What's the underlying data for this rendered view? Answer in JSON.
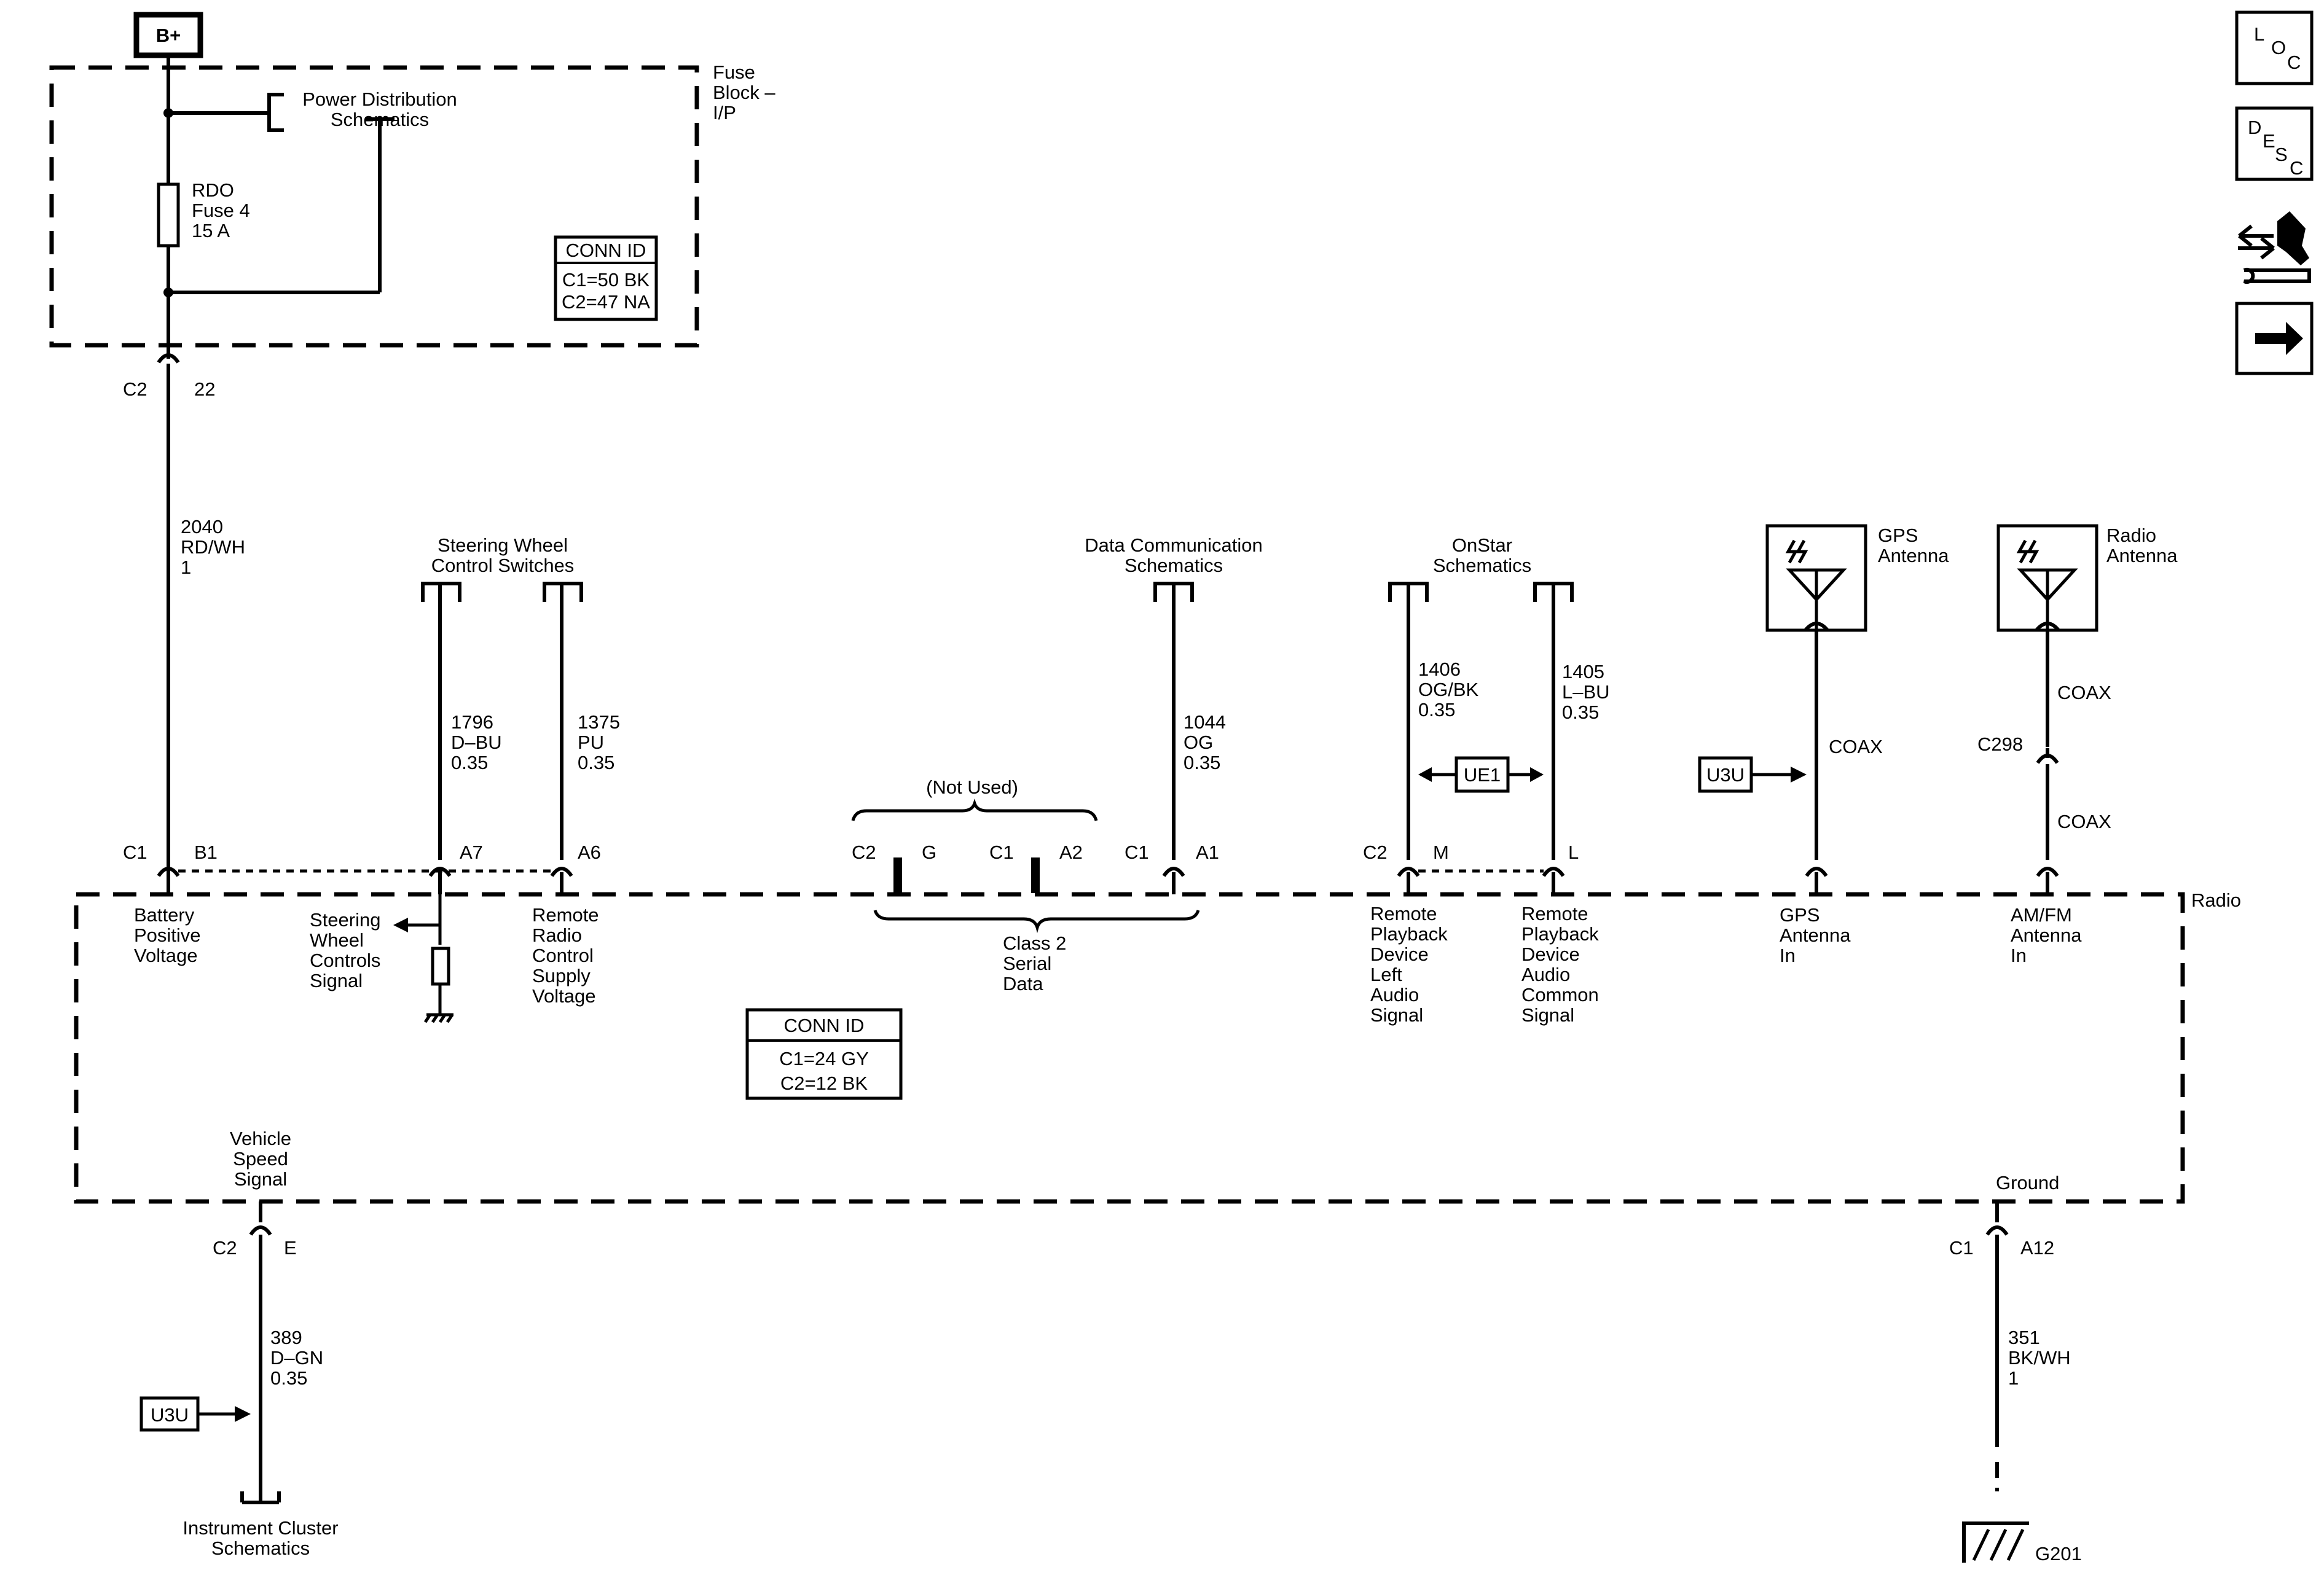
{
  "power": {
    "bplus": "B+",
    "fuse_block": [
      "Fuse",
      "Block –",
      "I/P"
    ],
    "power_dist": [
      "Power Distribution",
      "Schematics"
    ],
    "fuse": [
      "RDO",
      "Fuse 4",
      "15 A"
    ],
    "conn_title": "CONN ID",
    "conn_rows": [
      "C1=50 BK",
      "C2=47 NA"
    ],
    "out_conn": "C2",
    "out_pin": "22"
  },
  "wires": {
    "battery": [
      "2040",
      "RD/WH",
      "1"
    ],
    "swc_a7": [
      "1796",
      "D–BU",
      "0.35"
    ],
    "swc_a6": [
      "1375",
      "PU",
      "0.35"
    ],
    "data": [
      "1044",
      "OG",
      "0.35"
    ],
    "left_audio": [
      "1406",
      "OG/BK",
      "0.35"
    ],
    "common_audio": [
      "1405",
      "L–BU",
      "0.35"
    ],
    "gps": "COAX",
    "radio_ant_top": "COAX",
    "radio_ant_conn": "C298",
    "radio_ant_bottom": "COAX",
    "vss": [
      "389",
      "D–GN",
      "0.35"
    ],
    "ground": [
      "351",
      "BK/WH",
      "1"
    ]
  },
  "refs": {
    "swc": [
      "Steering Wheel",
      "Control Switches"
    ],
    "data_comm": [
      "Data Communication",
      "Schematics"
    ],
    "onstar": [
      "OnStar",
      "Schematics"
    ],
    "gps_antenna": [
      "GPS",
      "Antenna"
    ],
    "radio_antenna": [
      "Radio",
      "Antenna"
    ],
    "instrument_cluster": [
      "Instrument Cluster",
      "Schematics"
    ],
    "ground_point": "G201",
    "not_used": "(Not Used)"
  },
  "options": {
    "ue1": "UE1",
    "u3u_gps": "U3U",
    "u3u_vss": "U3U"
  },
  "radio": {
    "name": "Radio",
    "pins": {
      "b1_conn": "C1",
      "b1": "B1",
      "a7": "A7",
      "a6": "A6",
      "c2_g_conn": "C2",
      "g": "G",
      "c1_a2_conn": "C1",
      "a2": "A2",
      "a1_conn": "C1",
      "a1": "A1",
      "m_conn": "C2",
      "m": "M",
      "l": "L",
      "e_conn": "C2",
      "e": "E",
      "a12_conn": "C1",
      "a12": "A12"
    },
    "labels": {
      "battery": [
        "Battery",
        "Positive",
        "Voltage"
      ],
      "swc_signal": [
        "Steering",
        "Wheel",
        "Controls",
        "Signal"
      ],
      "remote_supply": [
        "Remote",
        "Radio",
        "Control",
        "Supply",
        "Voltage"
      ],
      "class2": [
        "Class 2",
        "Serial",
        "Data"
      ],
      "left_audio": [
        "Remote",
        "Playback",
        "Device",
        "Left",
        "Audio",
        "Signal"
      ],
      "common_audio": [
        "Remote",
        "Playback",
        "Device",
        "Audio",
        "Common",
        "Signal"
      ],
      "gps_in": [
        "GPS",
        "Antenna",
        "In"
      ],
      "amfm_in": [
        "AM/FM",
        "Antenna",
        "In"
      ],
      "vss": [
        "Vehicle",
        "Speed",
        "Signal"
      ],
      "ground": "Ground"
    },
    "conn_title": "CONN ID",
    "conn_rows": [
      "C1=24 GY",
      "C2=12 BK"
    ]
  },
  "nav": {
    "loc": [
      "L",
      "O",
      "C"
    ],
    "desc": [
      "D",
      "E",
      "S",
      "C"
    ]
  }
}
